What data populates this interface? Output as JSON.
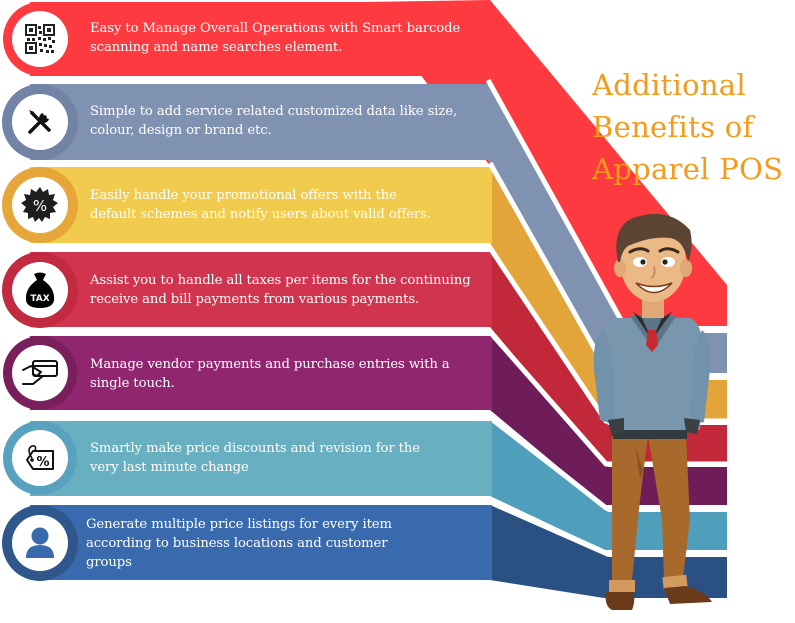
{
  "title": {
    "lines": [
      "Additional",
      "Benefits of",
      "Apparel POS"
    ],
    "color": "#F29B1C"
  },
  "items": [
    {
      "icon": "qr-code-icon",
      "text_lines": [
        "Easy to Manage Overall Operations with Smart barcode",
        "scanning and name searches element."
      ],
      "color": "#FD3A3F",
      "side_color": "#FD3A3F",
      "ring_color": "#FD3A3F"
    },
    {
      "icon": "tools-icon",
      "text_lines": [
        "Simple to add service related customized data like size,",
        "colour, design or brand etc."
      ],
      "color": "#8092B2",
      "side_color": "#8092B2",
      "ring_color": "#7284A6"
    },
    {
      "icon": "percent-badge-icon",
      "text_lines": [
        "Easily handle your promotional offers with the",
        "default schemes and notify users about valid offers."
      ],
      "color": "#F0CB4D",
      "side_color": "#E3A53A",
      "ring_color": "#E6A63A"
    },
    {
      "icon": "tax-bag-icon",
      "text_lines": [
        "Assist you to handle all taxes per items for the continuing",
        "receive and bill payments from various payments."
      ],
      "color": "#D0344F",
      "side_color": "#C1293A",
      "ring_color": "#C22A40"
    },
    {
      "icon": "card-payment-icon",
      "text_lines": [
        "Manage vendor payments and purchase entries with a",
        "single touch."
      ],
      "color": "#90266F",
      "side_color": "#6E1D58",
      "ring_color": "#781F5C"
    },
    {
      "icon": "discount-tag-icon",
      "text_lines": [
        "Smartly make price discounts and revision for the",
        "very last minute change"
      ],
      "color": "#67AFC1",
      "side_color": "#4F9FBC",
      "ring_color": "#58A2BF"
    },
    {
      "icon": "user-icon",
      "text_lines": [
        "Generate multiple price listings for every item",
        "according to business locations and customer",
        "groups"
      ],
      "color": "#3A6AAE",
      "side_color": "#2B5183",
      "ring_color": "#2F578C"
    }
  ]
}
